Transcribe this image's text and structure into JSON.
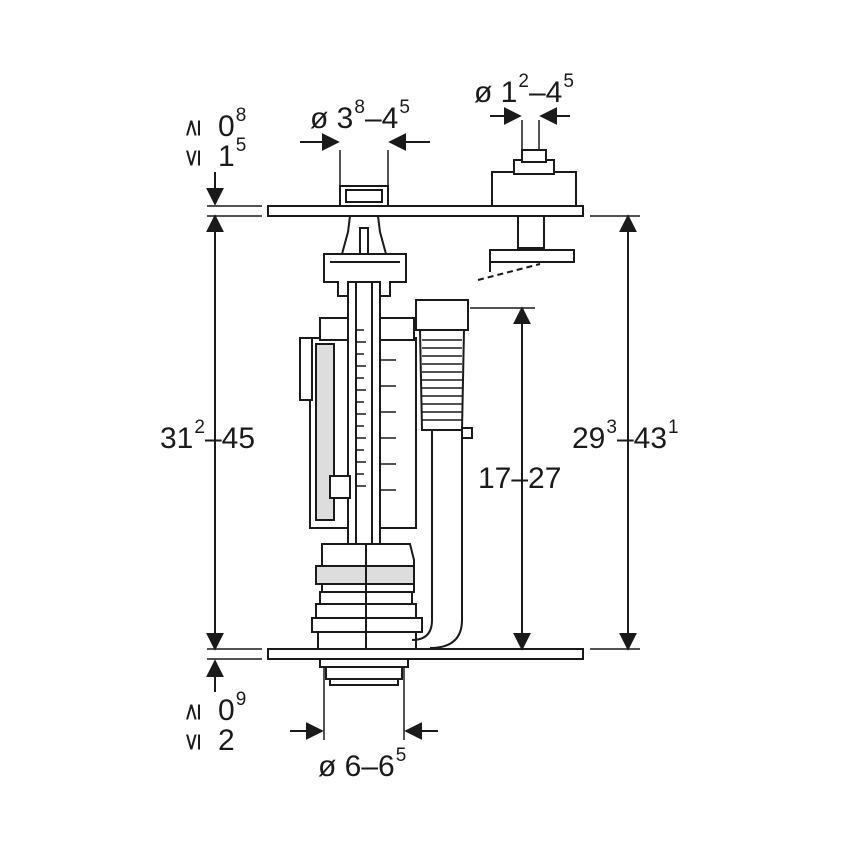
{
  "dimensions": {
    "diameter_top_left": {
      "prefix": "ø ",
      "base1": "3",
      "sup1": "8",
      "sep": "–",
      "base2": "4",
      "sup2": "5"
    },
    "diameter_top_right": {
      "prefix": "ø ",
      "base1": "1",
      "sup1": "2",
      "sep": "–",
      "base2": "4",
      "sup2": "5"
    },
    "top_tolerance": {
      "rel_upper": "≥",
      "rel_lower": "≤",
      "line1_base": "0",
      "line1_sup": "8",
      "line2_base": "1",
      "line2_sup": "5"
    },
    "height_left": {
      "base1": "31",
      "sup1": "2",
      "rest": "–45"
    },
    "height_right": {
      "base1": "29",
      "sup1": "3",
      "mid": "–43",
      "sup2": "1"
    },
    "height_middle": {
      "text": "17–27"
    },
    "bottom_tolerance": {
      "rel_upper": "≥",
      "rel_lower": "≤",
      "line1_base": "0",
      "line1_sup": "9",
      "line2_base": "2",
      "line2_sup": ""
    },
    "diameter_bottom": {
      "prefix": "ø 6–6",
      "sup": "5"
    }
  },
  "colors": {
    "line": "#1a1a1a",
    "fill_light": "#ffffff",
    "fill_shade": "#d9d9d9"
  }
}
